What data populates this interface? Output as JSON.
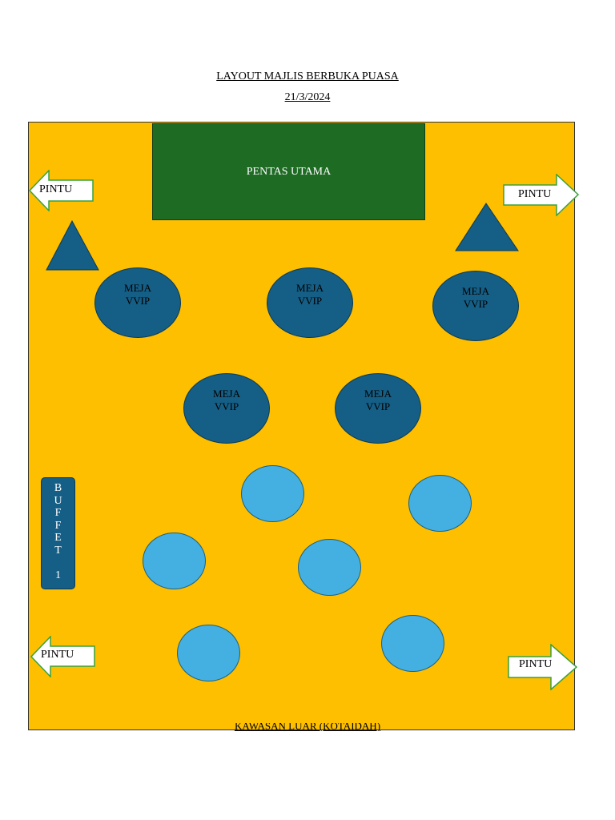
{
  "header": {
    "title": "LAYOUT MAJLIS BERBUKA PUASA",
    "date": "21/3/2024"
  },
  "stage": {
    "label": "PENTAS UTAMA"
  },
  "doors": [
    {
      "label": "PINTU",
      "direction": "left"
    },
    {
      "label": "PINTU",
      "direction": "right"
    },
    {
      "label": "PINTU",
      "direction": "left"
    },
    {
      "label": "PINTU",
      "direction": "right"
    }
  ],
  "vvip_tables": [
    {
      "line1": "MEJA",
      "line2": "VVIP"
    },
    {
      "line1": "MEJA",
      "line2": "VVIP"
    },
    {
      "line1": "MEJA",
      "line2": "VVIP"
    },
    {
      "line1": "MEJA",
      "line2": "VVIP"
    },
    {
      "line1": "MEJA",
      "line2": "VVIP"
    }
  ],
  "buffet": {
    "letters": [
      "B",
      "U",
      "F",
      "F",
      "E",
      "T"
    ],
    "number": "1"
  },
  "outside_area": {
    "label": "KAWASAN LUAR (KOTAIDAH)"
  },
  "colors": {
    "hall": "#fdbf00",
    "stage": "#1e6b24",
    "vvip": "#155e85",
    "guest_table": "#44b0e2",
    "door": "#ffffff",
    "door_border": "#3aa13a"
  }
}
